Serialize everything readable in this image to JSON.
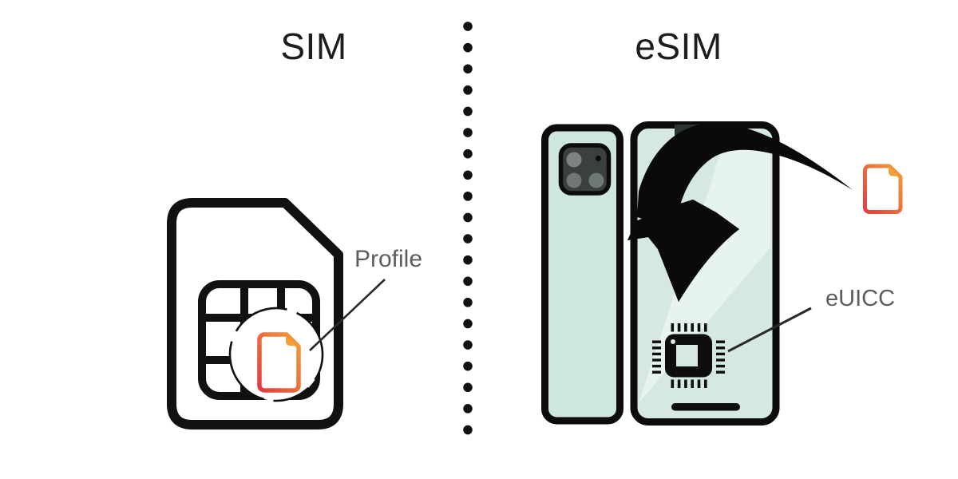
{
  "left_panel": {
    "title": "SIM",
    "annotation_label": "Profile"
  },
  "right_panel": {
    "title": "eSIM",
    "annotation_label": "eUICC"
  },
  "icons": {
    "sim_card": "sim-card-icon",
    "sim_chip_contacts": "sim-chip-contacts-icon",
    "profile_document": "profile-document-icon",
    "divider": "dotted-divider-line",
    "phone_back": "phone-back-icon",
    "camera_module": "camera-module-icon",
    "phone_front": "phone-front-icon",
    "notch": "phone-notch",
    "euicc_chip": "euicc-chip-icon",
    "home_indicator": "home-indicator-bar",
    "download_arrow": "download-arrow-icon",
    "esim_profile_document": "esim-profile-document-icon"
  },
  "colors": {
    "line_black": "#111111",
    "label_gray": "#5d5d5d",
    "document_red": "#e23c40",
    "document_orange": "#f2a03a",
    "phone_body": "#cfe5df",
    "phone_screen": "#d5e8e2",
    "screen_sheen": "#e7f3ee",
    "camera_gray": "#3a403e",
    "notch_gray": "#2d3234"
  }
}
